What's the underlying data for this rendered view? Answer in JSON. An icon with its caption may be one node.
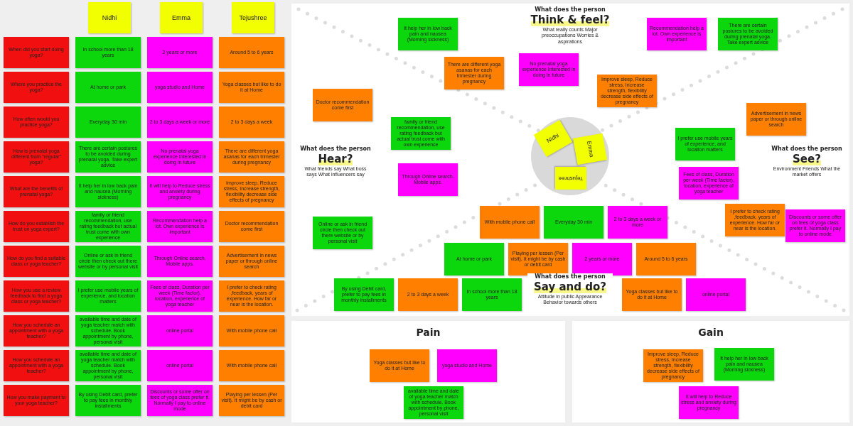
{
  "diagram": {
    "nodes": [
      {
        "text": [
          "Nidhi"
        ]
      },
      {
        "text": [
          "Emma"
        ]
      },
      {
        "text": [
          "Tejushree"
        ]
      },
      {
        "text": [
          "When did you start doing yoga?"
        ]
      },
      {
        "text": [
          "In school more than 18 years"
        ]
      },
      {
        "text": [
          "2 years or more"
        ]
      },
      {
        "text": [
          "Around 5 to 6 years"
        ]
      },
      {
        "text": [
          "Where you practice the yoga?"
        ]
      },
      {
        "text": [
          "At home or park"
        ]
      },
      {
        "text": [
          "yoga studio and Home"
        ]
      },
      {
        "text": [
          "Yoga classes but like to do it at Home"
        ]
      },
      {
        "text": [
          "How often would you practice yoga?"
        ]
      },
      {
        "text": [
          "Everyday 30 min"
        ]
      },
      {
        "text": [
          "2 to 3 days a week or more"
        ]
      },
      {
        "text": [
          "2 to 3 days a week"
        ]
      },
      {
        "text": [
          "How is prenatal yoga different from \"regular\" yoga?"
        ]
      },
      {
        "text": [
          "There are certain postures to be avoided during prenatal yoga. Take expert advice"
        ]
      },
      {
        "text": [
          "No prenatal yoga experience Interested in doing in future"
        ]
      },
      {
        "text": [
          "There are different yoga asanas for each trimester during pregnancy"
        ]
      },
      {
        "text": [
          "What are the benefits of prenatal yoga?"
        ]
      },
      {
        "text": [
          "It help her in low back pain and nausea (Morning sickness)"
        ]
      },
      {
        "text": [
          "It will help to Reduce stress and anxiety during pregnancy"
        ]
      },
      {
        "text": [
          "Improve sleep, Reduce stress, Increase strength, flexibility decrease side effects of pregnancy"
        ]
      },
      {
        "text": [
          "How do you establish the trust on yoga expert?"
        ]
      },
      {
        "text": [
          "family or friend recommendation, use rating feedback but actual trust come with own experience"
        ]
      },
      {
        "text": [
          "Recommendation help a lot. Own experience is important"
        ]
      },
      {
        "text": [
          "Doctor recommendation come first"
        ]
      },
      {
        "text": [
          "How do you find a suitable class or yoga teacher?"
        ]
      },
      {
        "text": [
          "Online or ask in friend circle then check out there website or by personal visit"
        ]
      },
      {
        "text": [
          "Through Online search. Mobile apps."
        ]
      },
      {
        "text": [
          "Advertisement in news paper or through online search"
        ]
      },
      {
        "text": [
          "How you use a review feedback to find a yoga class or yoga teacher?"
        ]
      },
      {
        "text": [
          "I prefer use mobile years of experience, and location matters"
        ]
      },
      {
        "text": [
          "Fees of class, Duration per week (Time factor), location, experience of yoga teacher"
        ]
      },
      {
        "text": [
          "I prefer to check rating ,feedback, years of experience. How far or near is the location."
        ]
      },
      {
        "text": [
          "How you schedule an appointment with a yoga teacher?"
        ]
      },
      {
        "text": [
          "available time and date of yoga teacher match with schedule. Book appointment by phone, personal visit"
        ]
      },
      {
        "text": [
          "online portal"
        ]
      },
      {
        "text": [
          "With mobile phone call"
        ]
      },
      {
        "text": [
          "How you schedule an appointment with a yoga teacher?"
        ]
      },
      {
        "text": [
          "available time and date of yoga teacher match with schedule. Book appointment by phone, personal visit"
        ]
      },
      {
        "text": [
          "online portal"
        ]
      },
      {
        "text": [
          "With mobile phone call"
        ]
      },
      {
        "text": [
          "How you make payment to your yoga teacher?"
        ]
      },
      {
        "text": [
          "By using Debit card, prefer to pay fees in monthly installments"
        ]
      },
      {
        "text": [
          "Discounts or some offer on fees of yoga class prefer it. Normally I pay to online mode"
        ]
      },
      {
        "text": [
          "Playing per lessen (Per visit). It might be by cash or debit card"
        ]
      },
      {
        "text": [],
        "shape": "box"
      },
      {
        "text": [],
        "shape": "circle",
        "in": 47
      },
      {
        "text": [
          "Nidhi"
        ],
        "in": 48
      },
      {
        "text": [
          "Emma"
        ],
        "in": 48
      },
      {
        "text": [
          "Tejushree"
        ],
        "in": 48
      },
      {
        "text": [
          "It help her in low back pain and nausea (Morning sickness)"
        ],
        "in": 47
      },
      {
        "text": [
          "There are different yoga asanas for each trimester during pregnancy"
        ],
        "in": 47
      },
      {
        "text": [
          "No prenatal yoga experience Interested in doing in future"
        ],
        "in": 47
      },
      {
        "text": [
          "Improve sleep, Reduce stress, Increase strength, flexibility decrease side effects of pregnancy"
        ],
        "in": 47
      },
      {
        "text": [
          "Recommendation help a lot. Own experience is important"
        ],
        "in": 47
      },
      {
        "text": [
          "There are certain postures to be avoided during prenatal yoga. Take expert advice"
        ],
        "in": 47
      },
      {
        "text": [
          "Doctor recommendation come first"
        ],
        "in": 47
      },
      {
        "text": [
          "family or friend recommendation, use rating feedback but actual trust come with own experience"
        ],
        "in": 47
      },
      {
        "text": [
          "Through Online search. Mobile apps."
        ],
        "in": 47
      },
      {
        "text": [
          "Online or ask in friend circle then check out there website or by personal visit"
        ],
        "in": 47
      },
      {
        "text": [
          "Advertisement in news paper or through online search"
        ],
        "in": 47
      },
      {
        "text": [
          "I prefer use mobile years of experience, and location matters"
        ],
        "in": 47
      },
      {
        "text": [
          "Fees of class, Duration per week (Time factor), location, experience of yoga teacher"
        ],
        "in": 47
      },
      {
        "text": [
          "I prefer to check rating ,feedback, years of experience. How far or near is the location."
        ],
        "in": 47
      },
      {
        "text": [
          "Discounts or some offer on fees of yoga class prefer it. Normally I pay to online mode"
        ],
        "in": 47
      },
      {
        "text": [
          "With mobile phone call"
        ],
        "in": 47
      },
      {
        "text": [
          "Everyday 30 min"
        ],
        "in": 47
      },
      {
        "text": [
          "2 to 3 days a week or more"
        ],
        "in": 47
      },
      {
        "text": [
          "At home or park"
        ],
        "in": 47
      },
      {
        "text": [
          "Playing per lessen (Per visit). It might be by cash or debit card"
        ],
        "in": 47
      },
      {
        "text": [
          "2 years or more"
        ],
        "in": 47
      },
      {
        "text": [
          "Around 5 to 6 years"
        ],
        "in": 47
      },
      {
        "text": [
          "By using Debit card, prefer to pay fees in monthly installments"
        ],
        "in": 47
      },
      {
        "text": [
          "2 to 3 days a week"
        ],
        "in": 47
      },
      {
        "text": [
          "In school more than 18 years"
        ],
        "in": 47
      },
      {
        "text": [
          "Yoga classes but like to do it at Home"
        ],
        "in": 47
      },
      {
        "text": [
          "online portal"
        ],
        "in": 47
      },
      {
        "text": [
          "Pain"
        ]
      },
      {
        "text": [
          "Yoga classes but like to do it at Home"
        ],
        "in": 79
      },
      {
        "text": [
          "yoga studio and Home"
        ],
        "in": 79
      },
      {
        "text": [
          "available time and date of yoga teacher match with schedule. Book appointment by phone, personal visit"
        ],
        "in": 79
      },
      {
        "text": [
          "Gain"
        ]
      },
      {
        "text": [
          "Improve sleep, Reduce stress, Increase strength, flexibility decrease side effects of pregnancy"
        ],
        "in": 83
      },
      {
        "text": [
          "It help her in low back pain and nausea (Morning sickness)"
        ],
        "in": 83
      },
      {
        "text": [
          "It will help to Reduce stress and anxiety during pregnancy"
        ],
        "in": 83
      }
    ],
    "labels": [
      "What does the person",
      "Think & feel?",
      "What really counts Major preoccupations Worries & aspirations",
      "What does the person",
      "Hear?",
      "What friends say What boss says What influencers say",
      "What does the person",
      "See?",
      "Environment Friends What the market offers",
      "What does the person",
      "Say and do?",
      "Attitude in public Appearance Behavior towards others"
    ]
  }
}
